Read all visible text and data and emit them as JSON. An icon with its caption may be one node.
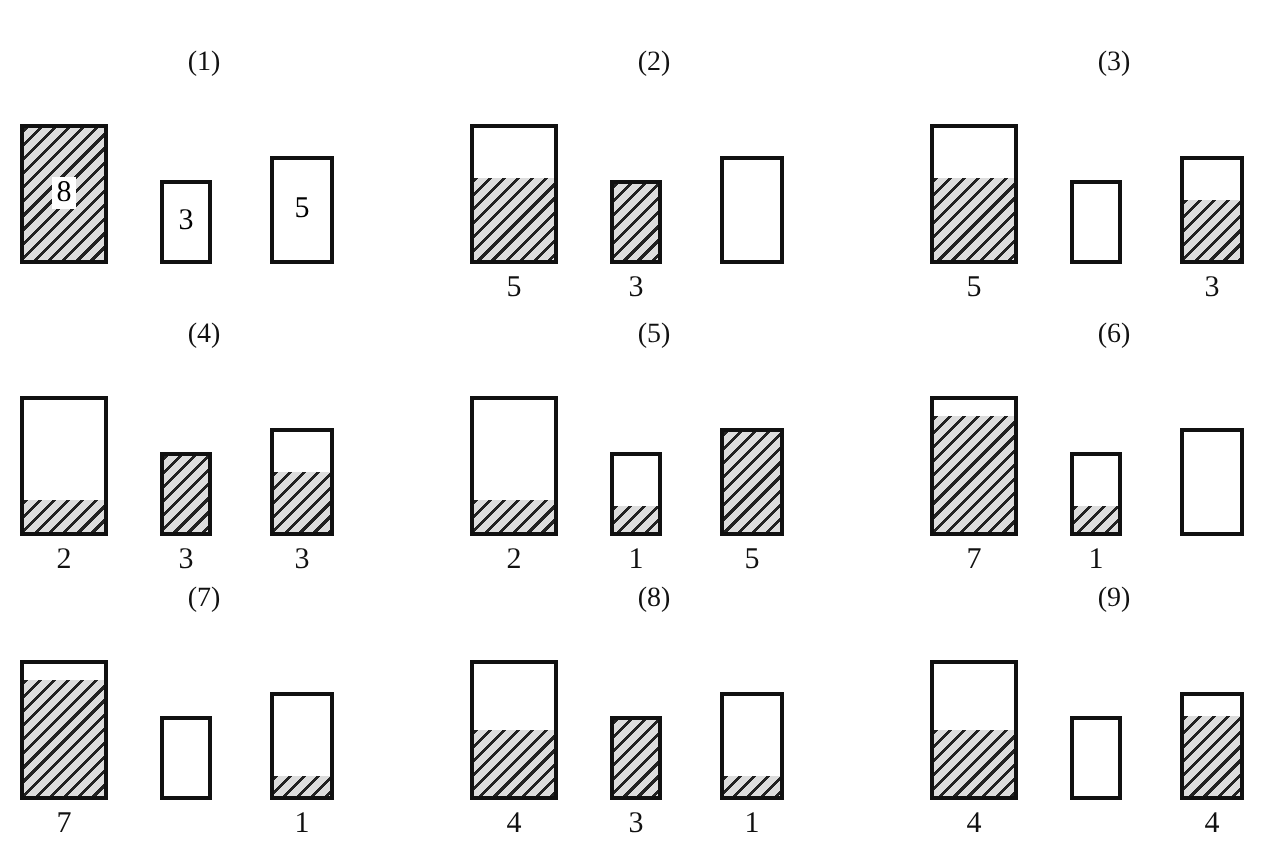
{
  "diagram": {
    "nodes": [
      {
        "text": [
          "8"
        ]
      },
      {
        "text": [
          "3"
        ]
      },
      {
        "text": [
          "5"
        ]
      },
      {
        "text": [],
        "shape": "box",
        "beside": [
          "5"
        ]
      },
      {
        "text": [],
        "shape": "box",
        "beside": [
          "3"
        ]
      },
      {
        "text": [],
        "shape": "box"
      },
      {
        "text": [],
        "shape": "box",
        "beside": [
          "5"
        ]
      },
      {
        "text": [],
        "shape": "box"
      },
      {
        "text": [],
        "shape": "box",
        "beside": [
          "3"
        ]
      },
      {
        "text": [],
        "shape": "box",
        "beside": [
          "2"
        ]
      },
      {
        "text": [],
        "shape": "box",
        "beside": [
          "3"
        ]
      },
      {
        "text": [],
        "shape": "box",
        "beside": [
          "3"
        ]
      },
      {
        "text": [],
        "shape": "box",
        "beside": [
          "2"
        ]
      },
      {
        "text": [],
        "shape": "box",
        "beside": [
          "1"
        ]
      },
      {
        "text": [],
        "shape": "box",
        "beside": [
          "5"
        ]
      },
      {
        "text": [],
        "shape": "box",
        "beside": [
          "7"
        ]
      },
      {
        "text": [],
        "shape": "box",
        "beside": [
          "1"
        ]
      },
      {
        "text": [],
        "shape": "box"
      },
      {
        "text": [],
        "shape": "box",
        "beside": [
          "7"
        ]
      },
      {
        "text": [],
        "shape": "box"
      },
      {
        "text": [],
        "shape": "box",
        "beside": [
          "1"
        ]
      },
      {
        "text": [],
        "shape": "box",
        "beside": [
          "4"
        ]
      },
      {
        "text": [],
        "shape": "box",
        "beside": [
          "3"
        ]
      },
      {
        "text": [],
        "shape": "box",
        "beside": [
          "1"
        ]
      },
      {
        "text": [],
        "shape": "box",
        "beside": [
          "4"
        ]
      },
      {
        "text": [],
        "shape": "box"
      },
      {
        "text": [],
        "shape": "box",
        "beside": [
          "4"
        ]
      }
    ],
    "edges": [],
    "labels": [
      "(1)",
      "(2)",
      "(3)",
      "(4)",
      "(5)",
      "(6)",
      "(7)",
      "(8)",
      "(9)"
    ]
  }
}
